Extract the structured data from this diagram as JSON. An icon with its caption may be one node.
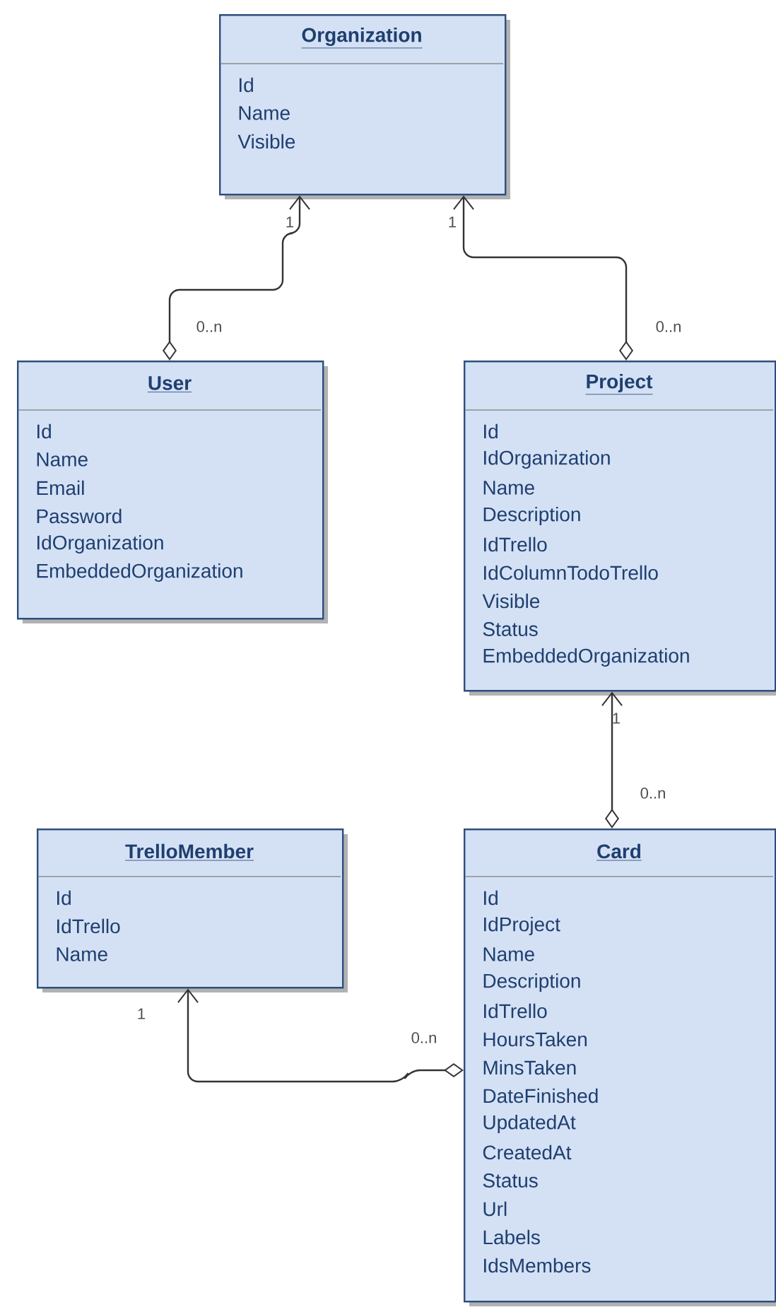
{
  "diagram": {
    "nodes": [
      {
        "text": [
          "Organization",
          "Id",
          "Name",
          "Visible"
        ]
      },
      {
        "text": [
          "User",
          "Id",
          "Name",
          "Email",
          "Password",
          "IdOrganization",
          "EmbeddedOrganization"
        ]
      },
      {
        "text": [
          "Project",
          "Id",
          "IdOrganization",
          "Name",
          "Description",
          "IdTrello",
          "IdColumnTodoTrello",
          "Visible",
          "Status",
          "EmbeddedOrganization"
        ]
      },
      {
        "text": [
          "TrelloMember",
          "Id",
          "IdTrello",
          "Name"
        ]
      },
      {
        "text": [
          "Card",
          "Id",
          "IdProject",
          "Name",
          "Description",
          "IdTrello",
          "HoursTaken",
          "MinsTaken",
          "DateFinished",
          "UpdatedAt",
          "CreatedAt",
          "Status",
          "Url",
          "Labels",
          "IdsMembers"
        ]
      }
    ],
    "edges": [
      {
        "from": 1,
        "to": 0,
        "arrow": "to"
      },
      {
        "from": 2,
        "to": 0,
        "arrow": "to"
      },
      {
        "from": 4,
        "to": 2,
        "arrow": "to"
      },
      {
        "from": 4,
        "to": 3,
        "arrow": "to"
      }
    ],
    "labels": [
      "1",
      "1",
      "0..n",
      "0..n",
      "1",
      "0..n",
      "1",
      "0..n"
    ]
  }
}
